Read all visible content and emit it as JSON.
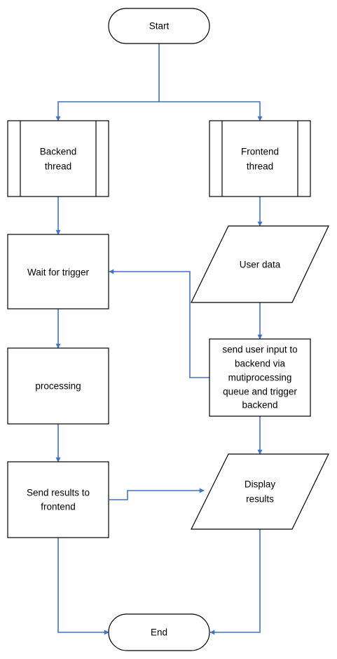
{
  "colors": {
    "edge": "#4472c4",
    "stroke": "#000000",
    "fill": "#ffffff",
    "text": "#000000"
  },
  "nodes": {
    "start": {
      "label": "Start"
    },
    "backend_thread": {
      "line1": "Backend",
      "line2": "thread"
    },
    "frontend_thread": {
      "line1": "Frontend",
      "line2": "thread"
    },
    "wait_trigger": {
      "label": "Wait for trigger"
    },
    "user_data": {
      "label": "User data"
    },
    "send_input": {
      "line1": "send user input to",
      "line2": "backend via",
      "line3": "mutiprocessing",
      "line4": "queue and trigger",
      "line5": "backend"
    },
    "processing": {
      "label": "processing"
    },
    "send_results": {
      "line1": "Send results to",
      "line2": "frontend"
    },
    "display_results": {
      "line1": "Display",
      "line2": "results"
    },
    "end": {
      "label": "End"
    }
  }
}
